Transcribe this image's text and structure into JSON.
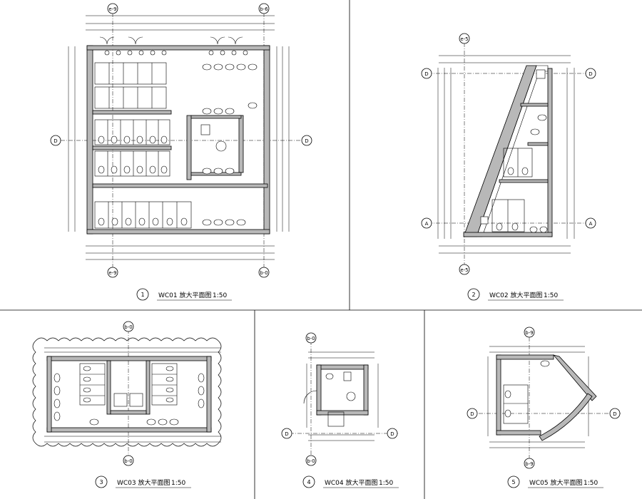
{
  "drawings": [
    {
      "num": "1",
      "title": "WC01 放大平面图",
      "scale": "1:50",
      "axis_top_left": "e-9",
      "axis_top_right": "b-6",
      "axis_bottom_left": "e-9",
      "axis_bottom_right": "b-0",
      "axis_side": "D"
    },
    {
      "num": "2",
      "title": "WC02 放大平面图",
      "scale": "1:50",
      "axis_top": "e-5",
      "axis_bottom": "e-5",
      "axis_left_top": "D",
      "axis_left_bottom": "A",
      "axis_right_top": "D",
      "axis_right_bottom": "A"
    },
    {
      "num": "3",
      "title": "WC03 放大平面图",
      "scale": "1:50",
      "axis_top": "b-0",
      "axis_bottom": "b-0"
    },
    {
      "num": "4",
      "title": "WC04 放大平面图",
      "scale": "1:50",
      "axis_top": "b-0",
      "axis_bottom": "b-0",
      "axis_left": "D",
      "axis_right": "D"
    },
    {
      "num": "5",
      "title": "WC05 放大平面图",
      "scale": "1:50",
      "axis_top": "b-9",
      "axis_bottom": "b-9",
      "axis_left": "D",
      "axis_right": "D"
    }
  ]
}
